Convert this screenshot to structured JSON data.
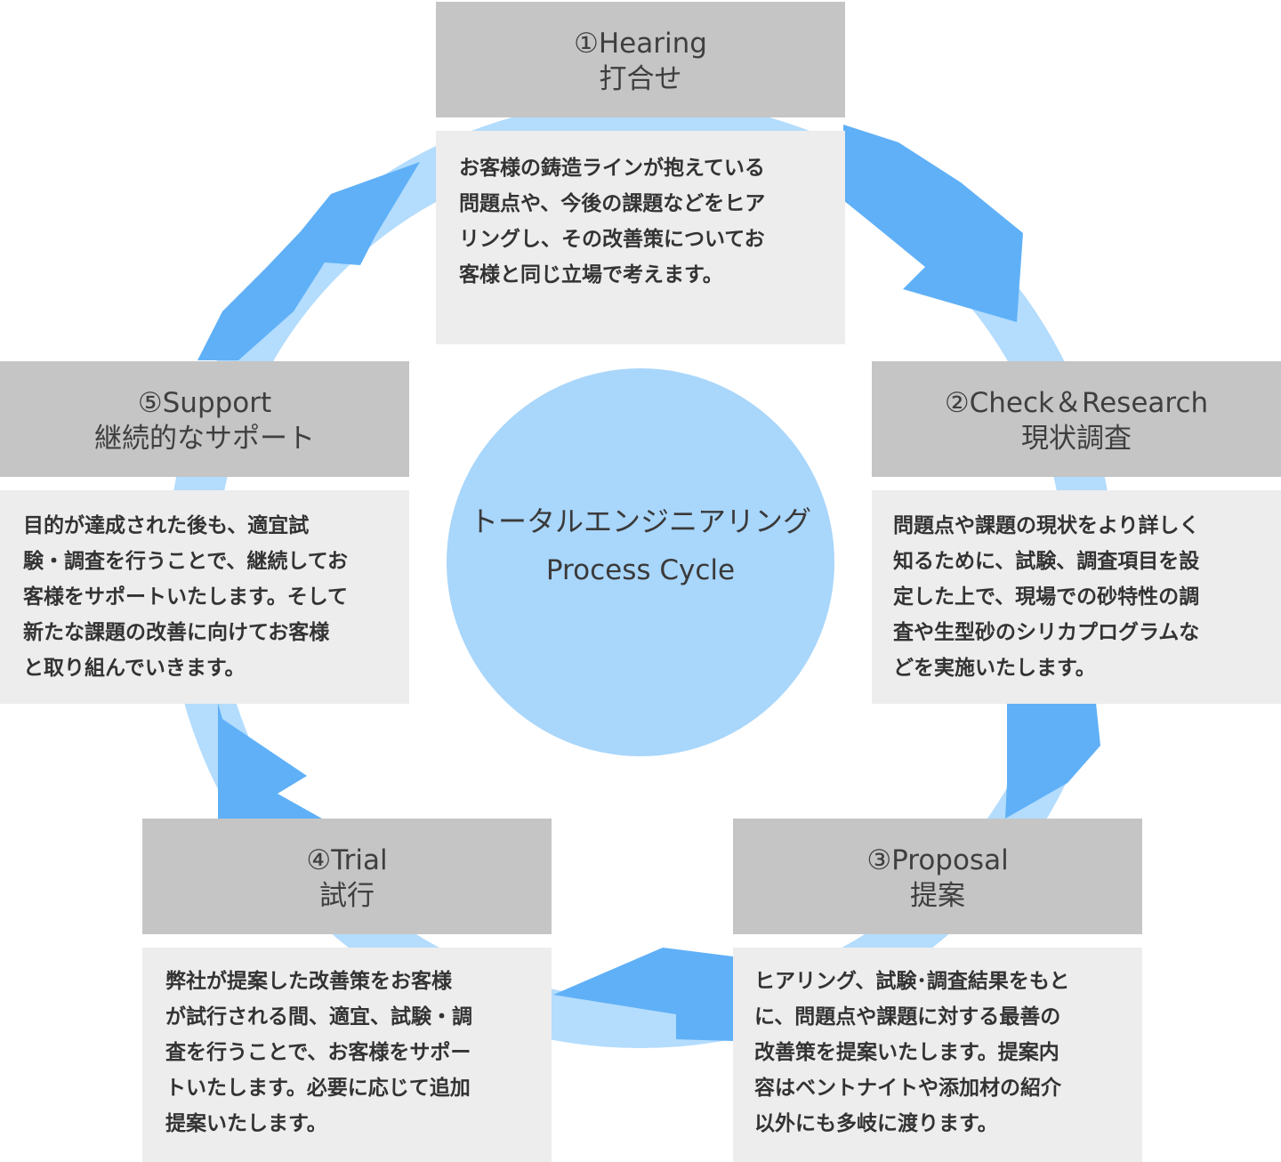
{
  "center": {
    "title_line1": "トータルエンジニアリング",
    "title_line2": "Process Cycle"
  },
  "colors": {
    "head_bg": "#c5c5c5",
    "body_bg": "#ededed",
    "ring_light": "#b3dcfd",
    "arrow_blue": "#5fb0f7",
    "center_circle": "#a9d6fb"
  },
  "steps": [
    {
      "head_en": "①Hearing",
      "head_jp": "打合せ",
      "body_lines": [
        "お客様の鋳造ラインが抱えている",
        "問題点や、今後の課題などをヒア",
        "リングし、その改善策についてお",
        "客様と同じ立場で考えます。"
      ]
    },
    {
      "head_en": "②Check＆Research",
      "head_jp": "現状調査",
      "body_lines": [
        "問題点や課題の現状をより詳しく",
        "知るために、試験、調査項目を設",
        "定した上で、現場での砂特性の調",
        "査や生型砂のシリカプログラムな",
        "どを実施いたします。"
      ]
    },
    {
      "head_en": "③Proposal",
      "head_jp": "提案",
      "body_lines": [
        "ヒアリング、試験･調査結果をもと",
        "に、問題点や課題に対する最善の",
        "改善策を提案いたします。提案内",
        "容はベントナイトや添加材の紹介",
        "以外にも多岐に渡ります。"
      ]
    },
    {
      "head_en": "④Trial",
      "head_jp": "試行",
      "body_lines": [
        "弊社が提案した改善策をお客様",
        "が試行される間、適宜、試験・調",
        "査を行うことで、お客様をサポー",
        "トいたします。必要に応じて追加",
        "提案いたします。"
      ]
    },
    {
      "head_en": "⑤Support",
      "head_jp": "継続的なサポート",
      "body_lines": [
        "目的が達成された後も、適宜試",
        "験・調査を行うことで、継続してお",
        "客様をサポートいたします。そして",
        "新たな課題の改善に向けてお客様",
        "と取り組んでいきます。"
      ]
    }
  ]
}
